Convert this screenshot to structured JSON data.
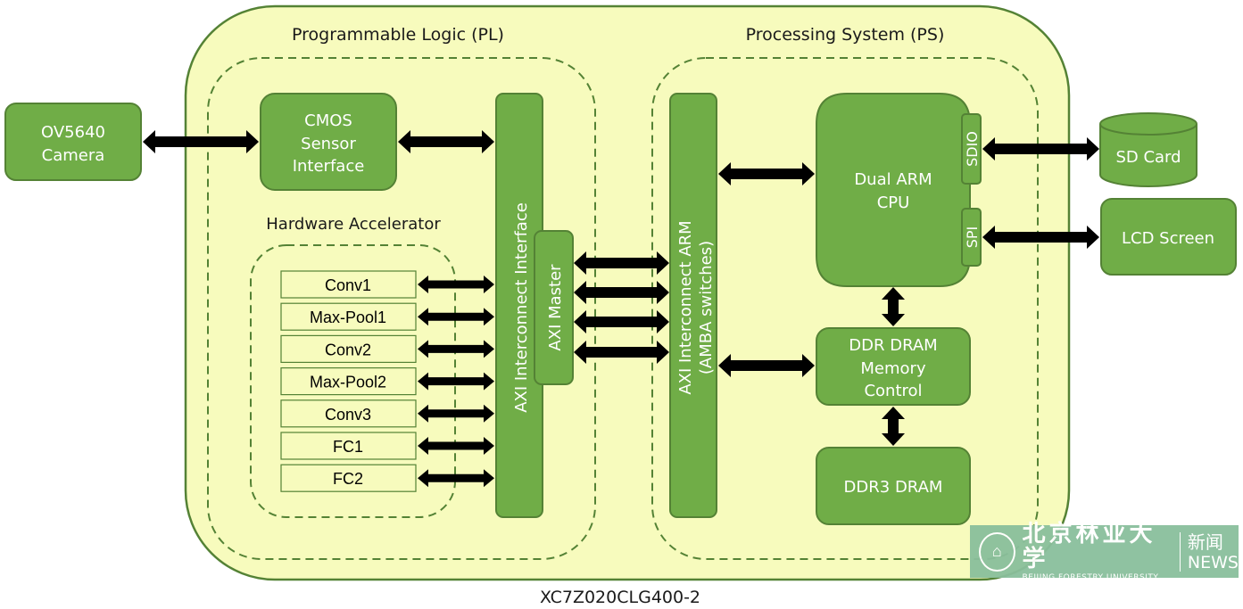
{
  "chip": {
    "part_number": "XC7Z020CLG400-2",
    "background_color": "#f7fbbd",
    "border_color": "#548235",
    "box_color": "#70ad47"
  },
  "pl": {
    "title": "Programmable Logic (PL)",
    "cmos_interface": [
      "CMOS",
      "Sensor",
      "Interface"
    ],
    "axi_interconnect_interface": "AXI Interconnect Interface",
    "axi_master": "AXI Master",
    "accelerator": {
      "title": "Hardware Accelerator",
      "layers": [
        "Conv1",
        "Max-Pool1",
        "Conv2",
        "Max-Pool2",
        "Conv3",
        "FC1",
        "FC2"
      ]
    }
  },
  "ps": {
    "title": "Processing System (PS)",
    "axi_interconnect_arm": [
      "AXI Interconnect ARM",
      "(AMBA switches)"
    ],
    "cpu": [
      "Dual ARM",
      "CPU"
    ],
    "sdio": "SDIO",
    "spi": "SPI",
    "ddr_controller": [
      "DDR DRAM",
      "Memory",
      "Control"
    ],
    "ddr3": "DDR3 DRAM"
  },
  "external": {
    "camera": [
      "OV5640",
      "Camera"
    ],
    "sd_card": "SD Card",
    "lcd": "LCD Screen"
  },
  "watermark": {
    "emblem": "logo-emblem-icon",
    "name_cn": "北京林业大学",
    "name_en": "BEIJING FORESTRY UNIVERSITY",
    "news_cn": "新闻",
    "news_en": "NEWS"
  }
}
